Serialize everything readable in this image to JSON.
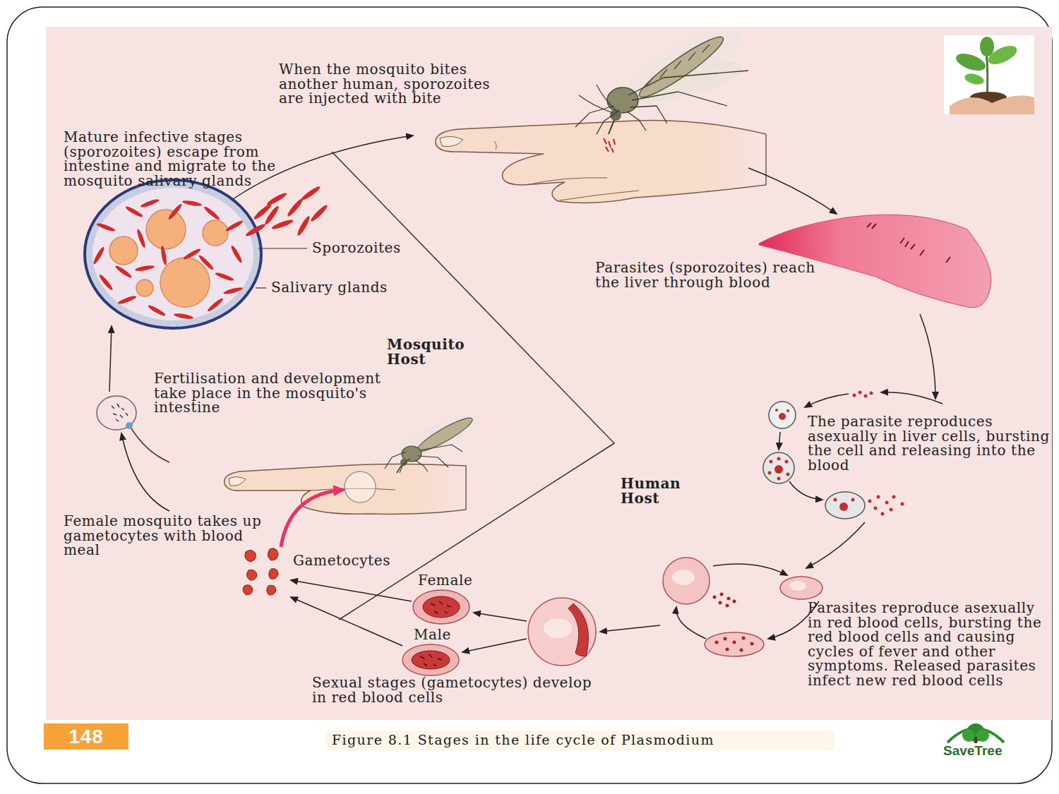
{
  "diagram": {
    "caption": "Figure 8.1 Stages in the life cycle of Plasmodium",
    "labels": [
      "When the mosquito bites another human, sporozoites are injected with bite",
      "Mature infective stages (sporozoites) escape from intestine and migrate to the mosquito salivary glands",
      "Sporozoites",
      "Salivary glands",
      "Parasites (sporozoites) reach the liver through blood",
      "Mosquito Host",
      "Fertilisation and development take place in the mosquito's intestine",
      "The parasite reproduces asexually in liver cells, bursting the cell and releasing into the blood",
      "Human Host",
      "Female mosquito takes up gametocytes with blood meal",
      "Gametocytes",
      "Female",
      "Parasites reproduce asexually in red blood cells, bursting the red blood cells and causing cycles of fever and other symptoms. Released parasites infect new red blood cells",
      "Male",
      "Sexual stages (gametocytes) develop in red blood cells",
      "148",
      "SaveTree"
    ]
  }
}
